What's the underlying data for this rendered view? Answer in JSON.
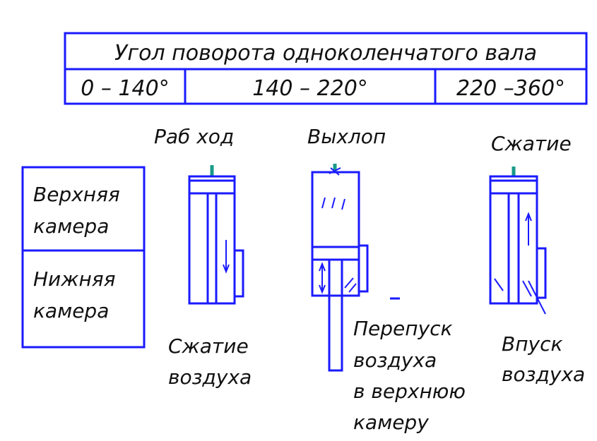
{
  "colors": {
    "line": "#1a1aff",
    "text": "#111111",
    "tip": "#1a9a8a",
    "background": "#ffffff"
  },
  "header": {
    "title": "Угол поворота одноколенчатого вала",
    "ranges": [
      "0 – 140°",
      "140 – 220°",
      "220 –360°"
    ]
  },
  "left_table": {
    "rows": [
      [
        "Верхняя",
        "камера"
      ],
      [
        "Нижняя",
        "камера"
      ]
    ]
  },
  "stages": [
    {
      "top_label": "Раб ход",
      "bottom_label": [
        "Сжатие",
        "воздуха"
      ]
    },
    {
      "top_label": "Выхлоп",
      "bottom_label": [
        "Перепуск",
        "воздуха",
        "в верхнюю",
        "камеру"
      ]
    },
    {
      "top_label": "Сжатие",
      "bottom_label": [
        "Впуск",
        "воздуха"
      ]
    }
  ]
}
